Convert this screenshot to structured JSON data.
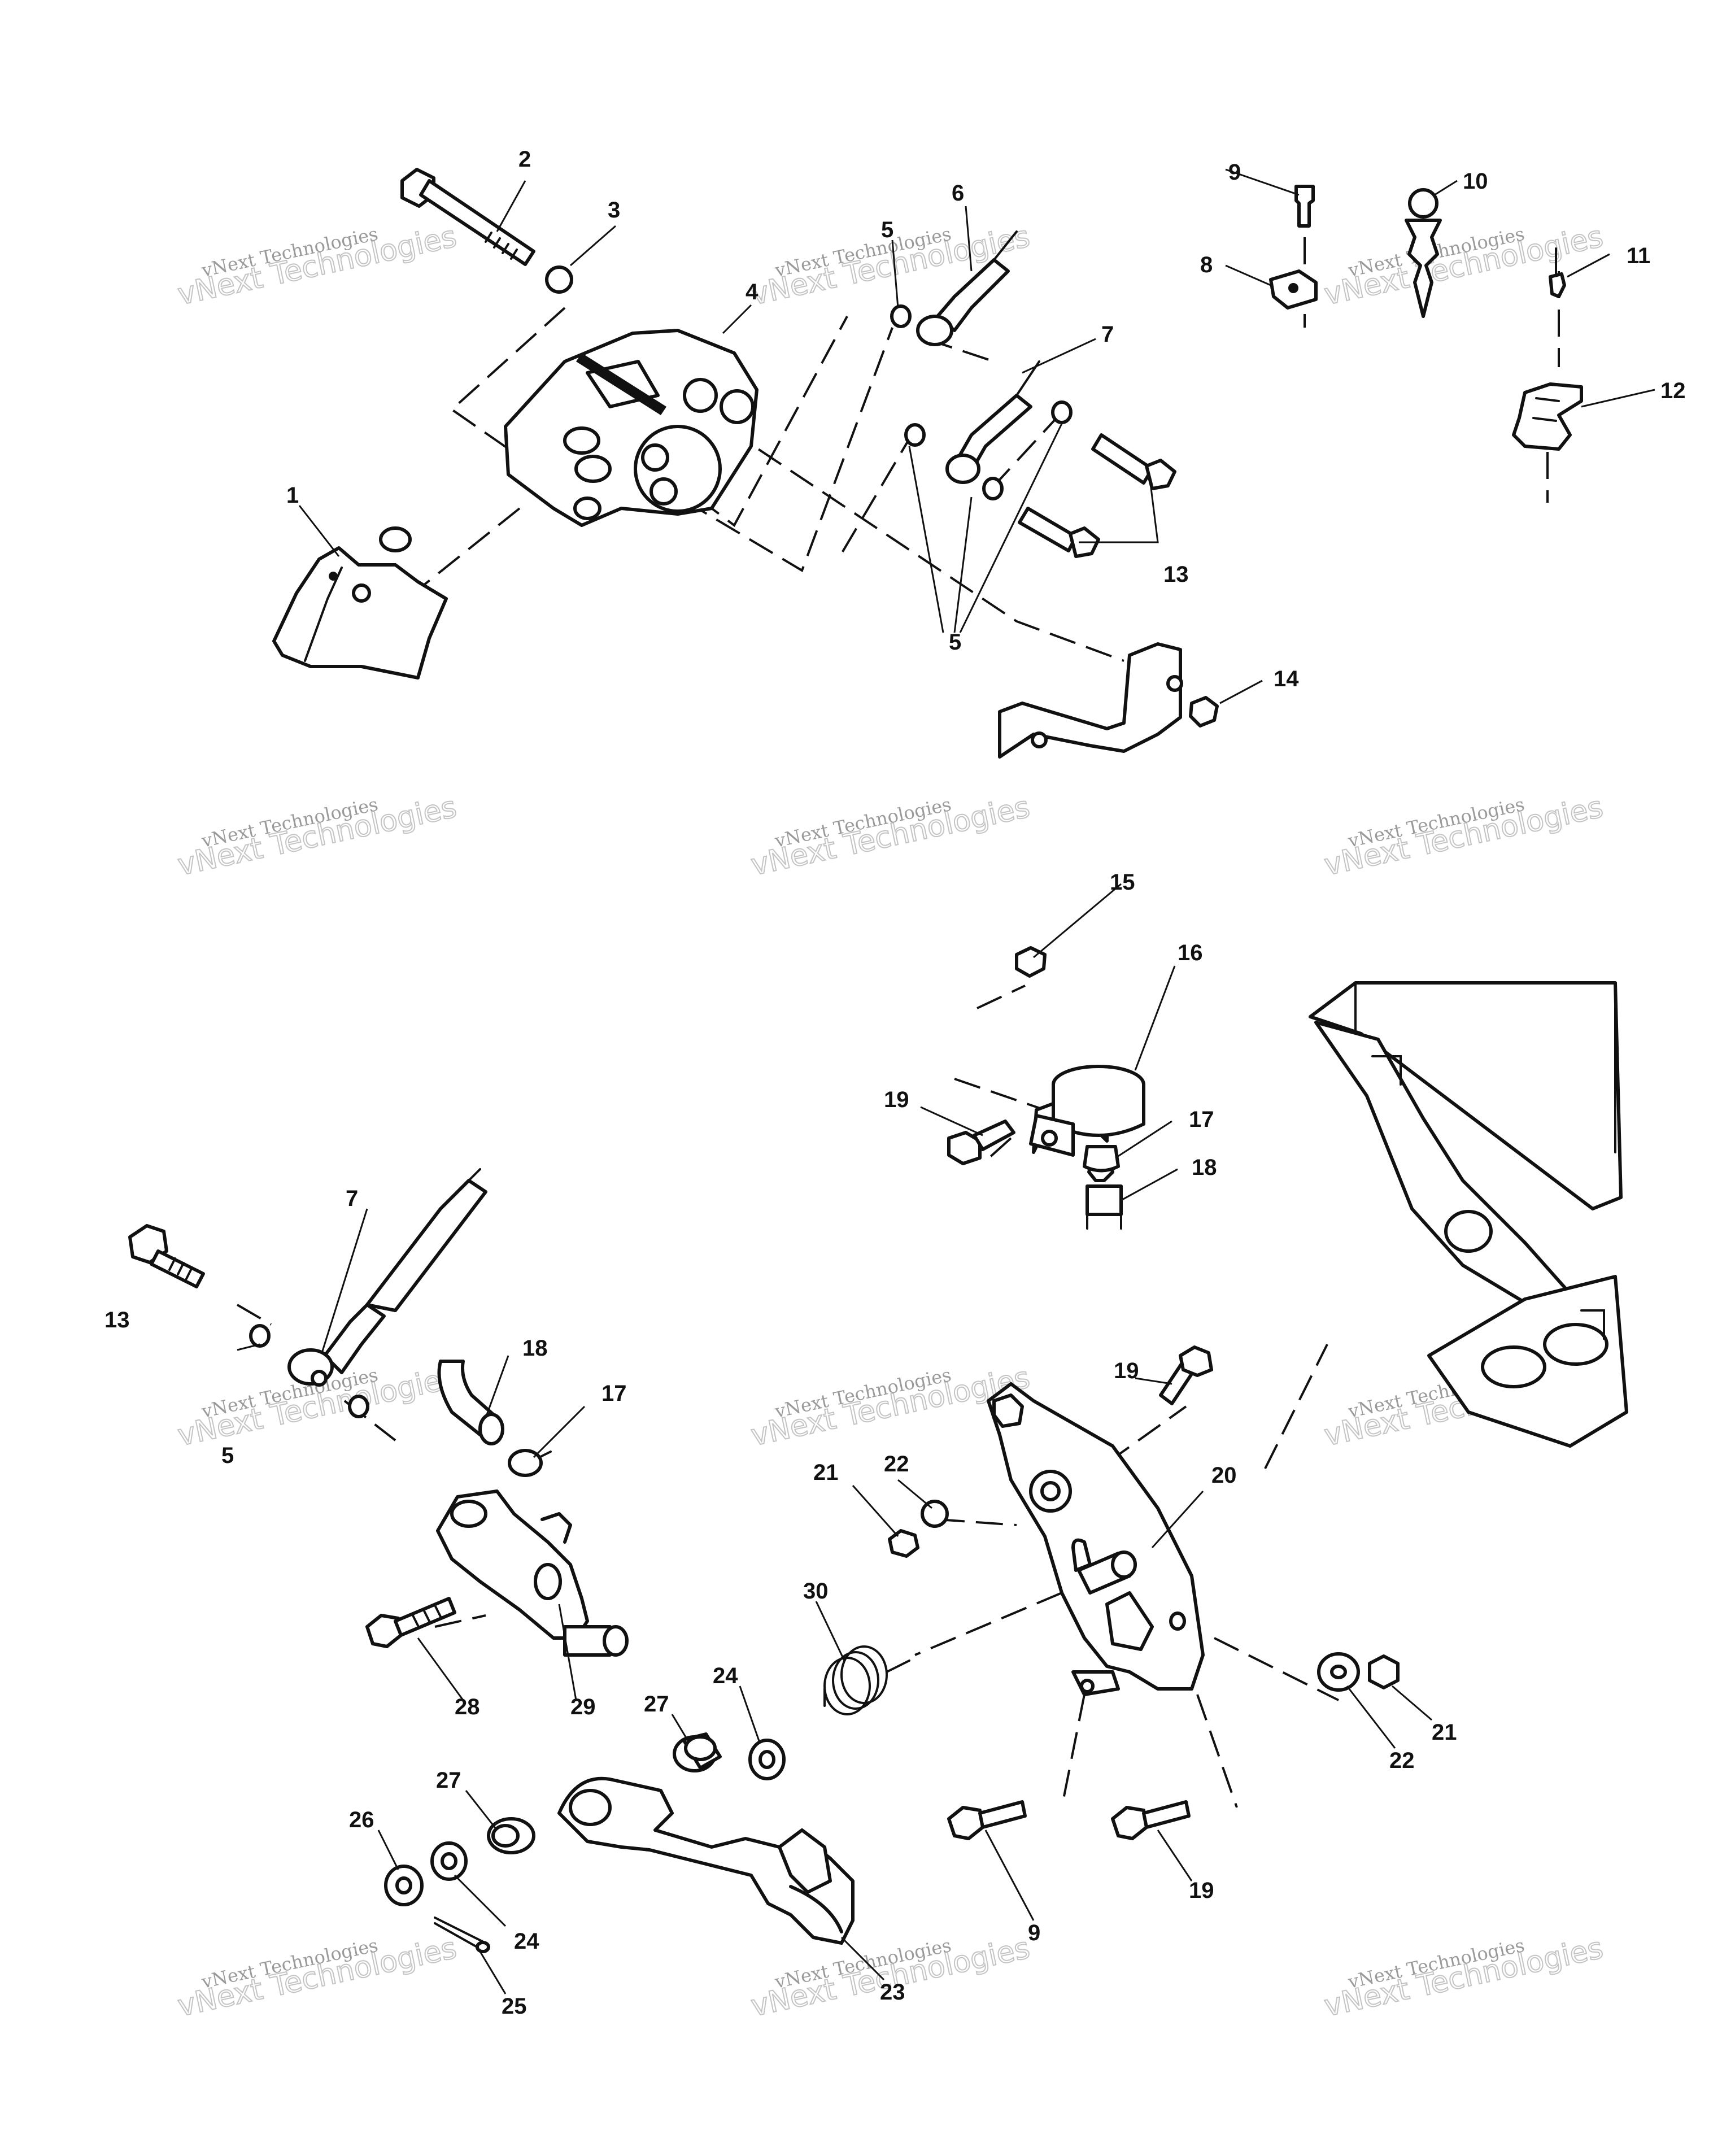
{
  "watermark": {
    "line1": "vNext Technologies",
    "line2": "vNext Technologies"
  },
  "callouts": [
    {
      "id": "c1",
      "text": "1"
    },
    {
      "id": "c2",
      "text": "2"
    },
    {
      "id": "c3",
      "text": "3"
    },
    {
      "id": "c4",
      "text": "4"
    },
    {
      "id": "c5a",
      "text": "5"
    },
    {
      "id": "c5b",
      "text": "5"
    },
    {
      "id": "c6",
      "text": "6"
    },
    {
      "id": "c7a",
      "text": "7"
    },
    {
      "id": "c8",
      "text": "8"
    },
    {
      "id": "c9a",
      "text": "9"
    },
    {
      "id": "c10",
      "text": "10"
    },
    {
      "id": "c11",
      "text": "11"
    },
    {
      "id": "c12",
      "text": "12"
    },
    {
      "id": "c13a",
      "text": "13"
    },
    {
      "id": "c14",
      "text": "14"
    },
    {
      "id": "c15",
      "text": "15"
    },
    {
      "id": "c16",
      "text": "16"
    },
    {
      "id": "c17a",
      "text": "17"
    },
    {
      "id": "c18a",
      "text": "18"
    },
    {
      "id": "c19a",
      "text": "19"
    },
    {
      "id": "c7b",
      "text": "7"
    },
    {
      "id": "c13b",
      "text": "13"
    },
    {
      "id": "c5c",
      "text": "5"
    },
    {
      "id": "c18b",
      "text": "18"
    },
    {
      "id": "c17b",
      "text": "17"
    },
    {
      "id": "c19b",
      "text": "19"
    },
    {
      "id": "c20",
      "text": "20"
    },
    {
      "id": "c21a",
      "text": "21"
    },
    {
      "id": "c22a",
      "text": "22"
    },
    {
      "id": "c28",
      "text": "28"
    },
    {
      "id": "c29",
      "text": "29"
    },
    {
      "id": "c30",
      "text": "30"
    },
    {
      "id": "c24a",
      "text": "24"
    },
    {
      "id": "c27a",
      "text": "27"
    },
    {
      "id": "c22b",
      "text": "22"
    },
    {
      "id": "c21b",
      "text": "21"
    },
    {
      "id": "c27b",
      "text": "27"
    },
    {
      "id": "c26",
      "text": "26"
    },
    {
      "id": "c24b",
      "text": "24"
    },
    {
      "id": "c25",
      "text": "25"
    },
    {
      "id": "c23",
      "text": "23"
    },
    {
      "id": "c9b",
      "text": "9"
    },
    {
      "id": "c19c",
      "text": "19"
    }
  ]
}
